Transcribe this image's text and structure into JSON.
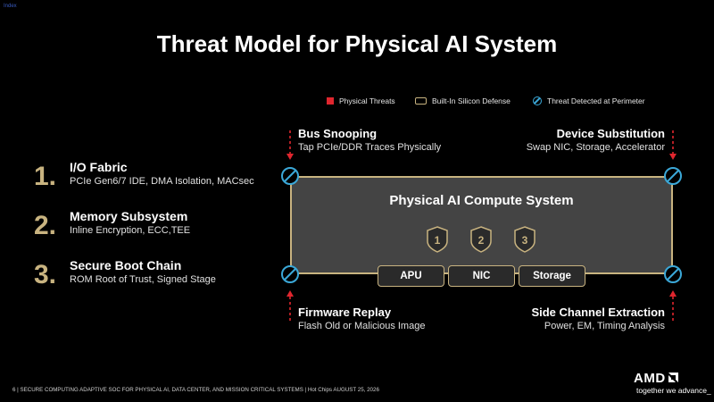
{
  "corner_link": "Index",
  "title": "Threat Model for Physical AI System",
  "legend": [
    {
      "label": "Physical Threats",
      "icon": "red-square"
    },
    {
      "label": "Built-In Silicon Defense",
      "icon": "gold-box"
    },
    {
      "label": "Threat Detected at Perimeter",
      "icon": "blue-slashed-circle"
    }
  ],
  "defenses": [
    {
      "num": "1.",
      "title": "I/O Fabric",
      "sub": "PCIe Gen6/7 IDE, DMA Isolation, MACsec"
    },
    {
      "num": "2.",
      "title": "Memory Subsystem",
      "sub": "Inline Encryption, ECC,TEE"
    },
    {
      "num": "3.",
      "title": "Secure Boot Chain",
      "sub": "ROM Root of Trust, Signed Stage"
    }
  ],
  "threats": {
    "top_left": {
      "title": "Bus Snooping",
      "sub": "Tap PCIe/DDR Traces Physically"
    },
    "top_right": {
      "title": "Device Substitution",
      "sub": "Swap NIC, Storage, Accelerator"
    },
    "bottom_left": {
      "title": "Firmware Replay",
      "sub": "Flash Old or Malicious Image"
    },
    "bottom_right": {
      "title": "Side Channel Extraction",
      "sub": "Power, EM, Timing Analysis"
    }
  },
  "system": {
    "title": "Physical AI Compute System",
    "shields": [
      "1",
      "2",
      "3"
    ],
    "components": [
      "APU",
      "NIC",
      "Storage"
    ]
  },
  "footer": "6     |     SECURE COMPUTING ADAPTIVE SOC FOR PHYSICAL AI, DATA CENTER, AND MISSION CRITICAL SYSTEMS  |  Hot Chips AUGUST 25, 2026",
  "logo": "AMD",
  "tagline": "together we advance_",
  "colors": {
    "gold": "#c8b380",
    "red": "#e0262e",
    "blue": "#3ba8d8",
    "box": "#444444"
  }
}
